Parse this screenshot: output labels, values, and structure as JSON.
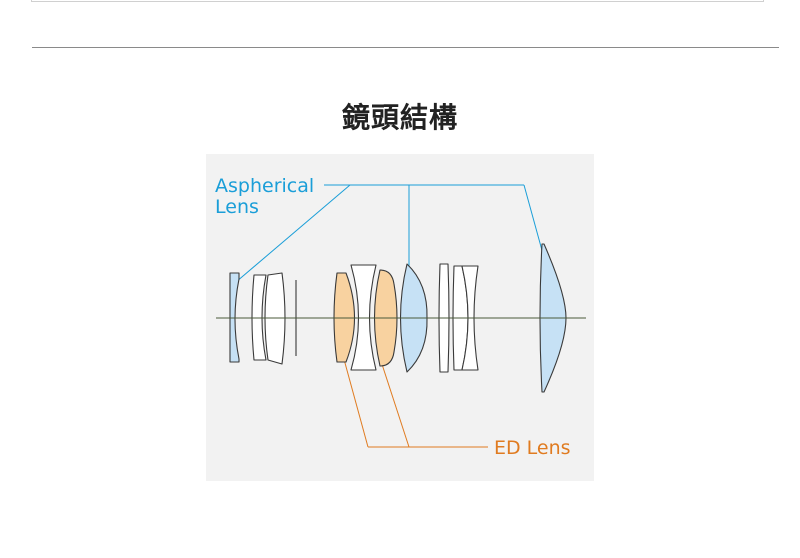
{
  "section": {
    "title": "鏡頭結構"
  },
  "diagram": {
    "aspherical_label_line1": "Aspherical",
    "aspherical_label_line2": "Lens",
    "ed_label": "ED Lens",
    "legend_items": [
      {
        "name": "Aspherical Lens",
        "color": "#1a9ed8",
        "fill": "#c6e1f5",
        "element_count": 3
      },
      {
        "name": "ED Lens",
        "color": "#e07b20",
        "fill": "#f8d2a0",
        "element_count": 2
      }
    ],
    "colors": {
      "background": "#f2f2f2",
      "axis": "#4a5a3a",
      "outline": "#3a3a3a"
    }
  }
}
